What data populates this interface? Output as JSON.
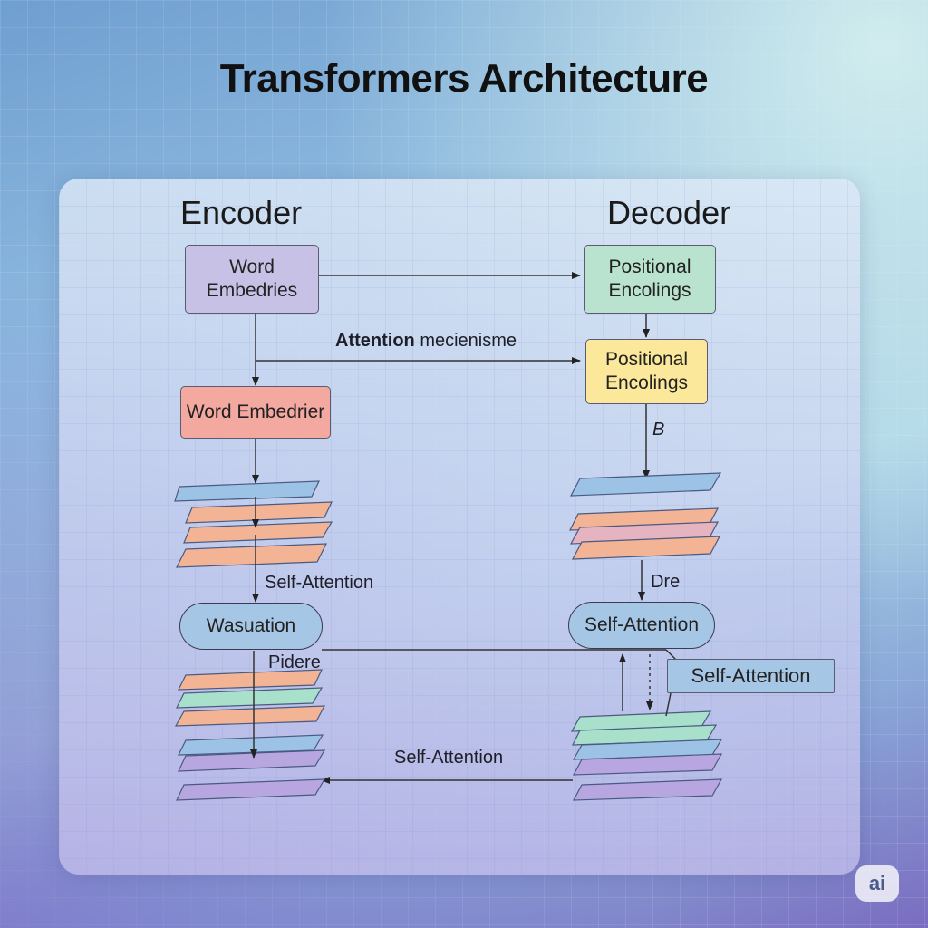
{
  "title": "Transformers Architecture",
  "encoder": {
    "heading": "Encoder",
    "top_box": "Word\nEmbedries",
    "second_box": "Word Embedrier",
    "pill": "Wasuation",
    "label_self_attention": "Self-Attention",
    "label_pidere": "Pidere"
  },
  "decoder": {
    "heading": "Decoder",
    "top_box": "Positional\nEncolings",
    "second_box": "Positional\nEncolings",
    "label_b": "B",
    "label_dre": "Dre",
    "pill": "Self-Attention",
    "side_box": "Self-Attention"
  },
  "labels": {
    "attention_bold": "Attention",
    "attention_rest": " mecienisme",
    "bottom_self_attention": "Self-Attention"
  },
  "badge": "ai",
  "colors": {
    "purple_box": "#c7c1e6",
    "green_box": "#b9e3cf",
    "yellow_box": "#fbe89a",
    "red_box": "#f3a8a0",
    "pill": "#a6c6e6",
    "layer_blue": "#9cc3e6",
    "layer_orange": "#f3b496",
    "layer_pink": "#e6b3c0",
    "layer_green": "#a9e0cb",
    "layer_purple": "#b8a6e0"
  }
}
